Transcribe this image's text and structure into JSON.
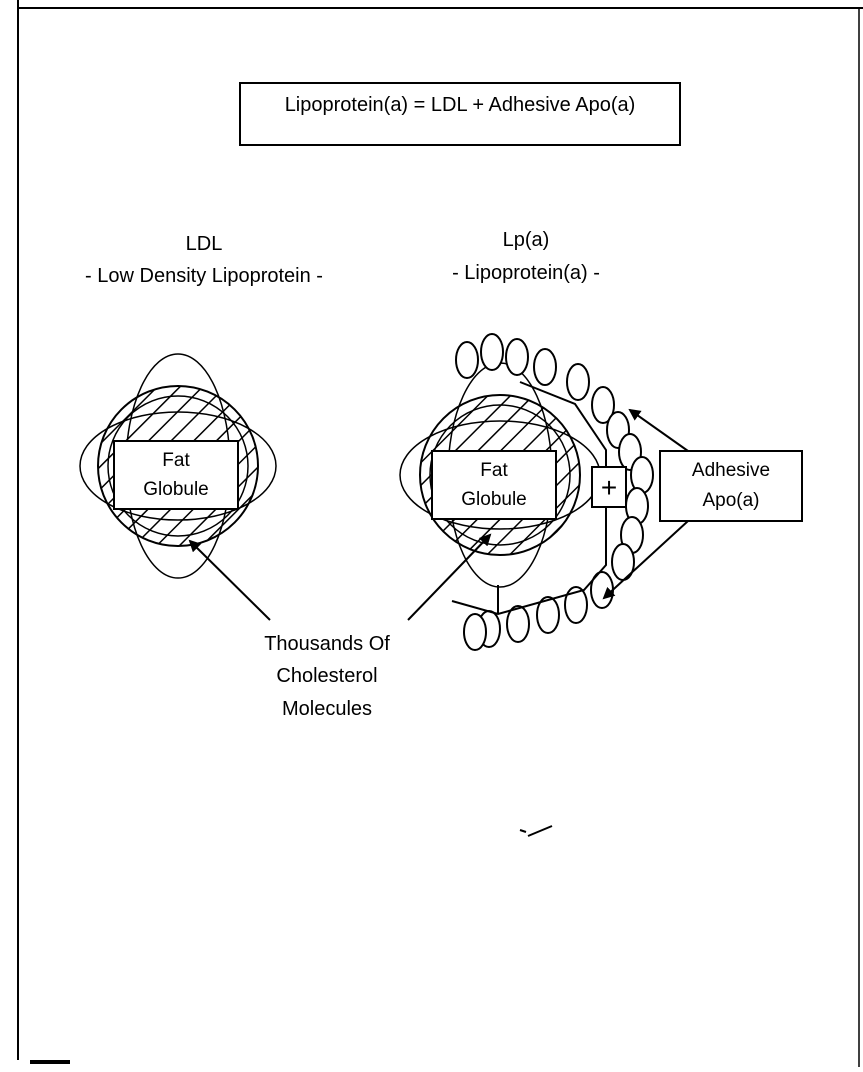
{
  "equation": "Lipoprotein(a)  =  LDL + Adhesive Apo(a)",
  "ldl": {
    "abbrev": "LDL",
    "full_name": "- Low Density Lipoprotein -",
    "core_label_line1": "Fat",
    "core_label_line2": "Globule"
  },
  "lpa": {
    "abbrev": "Lp(a)",
    "full_name": "- Lipoprotein(a) -",
    "core_label_line1": "Fat",
    "core_label_line2": "Globule",
    "plus_sign": "+"
  },
  "apo_box": {
    "line1": "Adhesive",
    "line2": "Apo(a)"
  },
  "cholesterol_label": {
    "line1": "Thousands Of",
    "line2": "Cholesterol",
    "line3": "Molecules"
  }
}
